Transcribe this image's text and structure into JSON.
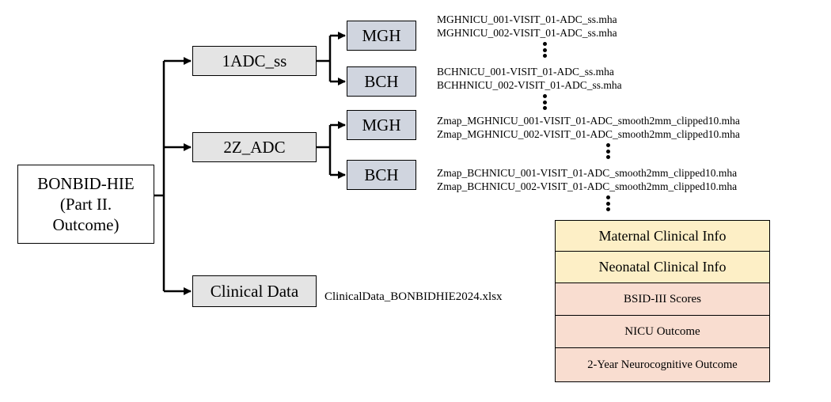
{
  "root": {
    "lines": [
      "BONBID-HIE",
      "(Part II.",
      "Outcome)"
    ]
  },
  "branches": {
    "adc_ss": {
      "label": "1ADC_ss",
      "mgh": {
        "label": "MGH",
        "files": [
          "MGHNICU_001-VISIT_01-ADC_ss.mha",
          "MGHNICU_002-VISIT_01-ADC_ss.mha"
        ]
      },
      "bch": {
        "label": "BCH",
        "files": [
          "BCHNICU_001-VISIT_01-ADC_ss.mha",
          "BCHHNICU_002-VISIT_01-ADC_ss.mha"
        ]
      }
    },
    "z_adc": {
      "label": "2Z_ADC",
      "mgh": {
        "label": "MGH",
        "files": [
          "Zmap_MGHNICU_001-VISIT_01-ADC_smooth2mm_clipped10.mha",
          "Zmap_MGHNICU_002-VISIT_01-ADC_smooth2mm_clipped10.mha"
        ]
      },
      "bch": {
        "label": "BCH",
        "files": [
          "Zmap_BCHNICU_001-VISIT_01-ADC_smooth2mm_clipped10.mha",
          "Zmap_BCHNICU_002-VISIT_01-ADC_smooth2mm_clipped10.mha"
        ]
      }
    },
    "clinical": {
      "label": "Clinical Data",
      "file": "ClinicalData_BONBIDHIE2024.xlsx"
    }
  },
  "clinical_fields": [
    "Maternal Clinical Info",
    "Neonatal Clinical Info",
    "BSID-III Scores",
    "NICU Outcome",
    "2-Year Neurocognitive Outcome"
  ],
  "colors": {
    "root_fill": "#ffffff",
    "level1_fill": "#e4e4e4",
    "site_fill": "#d0d5df",
    "clinical_info_fill": "#fdefc6",
    "outcome_fill": "#f9ddd0",
    "line": "#000000"
  }
}
